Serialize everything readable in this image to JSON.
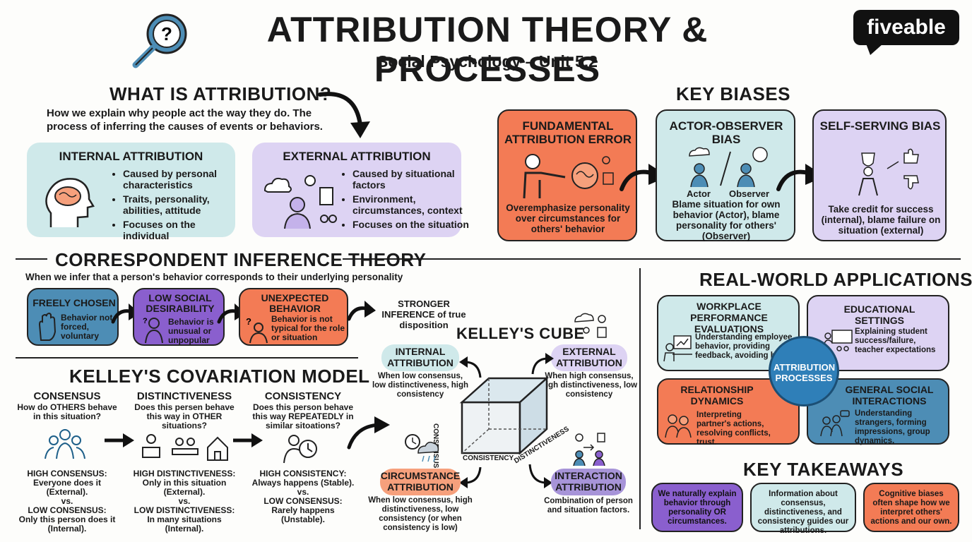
{
  "header": {
    "title": "ATTRIBUTION THEORY & PROCESSES",
    "subtitle": "Social Psychology – Unit 5.2",
    "logo": "fiveable"
  },
  "what": {
    "heading": "WHAT IS ATTRIBUTION?",
    "desc_1": "How we explain why people act the way they do. The",
    "desc_2": "process of inferring the causes of events or behaviors.",
    "internal": {
      "title": "INTERNAL ATTRIBUTION",
      "items": [
        "Caused by personal characteristics",
        "Traits, personality, abilities, attitude",
        "Focuses on the individual"
      ]
    },
    "external": {
      "title": "EXTERNAL ATTRIBUTION",
      "items": [
        "Caused by situational factors",
        "Environment, circumstances, context",
        "Focuses on the situation"
      ]
    }
  },
  "biases": {
    "heading": "KEY BIASES",
    "fae": {
      "title": "FUNDAMENTAL ATTRIBUTION ERROR",
      "desc": "Overemphasize personality over circumstances for others' behavior"
    },
    "actor": {
      "title": "ACTOR-OBSERVER BIAS",
      "actor_label": "Actor",
      "observer_label": "Observer",
      "desc": "Blame situation for own behavior (Actor), blame personality for others' (Observer)"
    },
    "self": {
      "title": "SELF-SERVING BIAS",
      "desc": "Take credit for success (internal), blame failure on situation (external)"
    }
  },
  "cit": {
    "heading": "CORRESPONDENT INFERENCE THEORY",
    "desc": "When we infer that a person's behavior corresponds to their underlying personality",
    "freely": {
      "title": "FREELY CHOSEN",
      "desc": "Behavior not forced, voluntary"
    },
    "low": {
      "title": "LOW SOCIAL DESIRABILITY",
      "desc": "Behavior is unusual or unpopular"
    },
    "unexpected": {
      "title": "UNEXPECTED BEHAVIOR",
      "desc": "Behavior is not typical for the role or situation"
    },
    "result": "STRONGER INFERENCE of true disposition"
  },
  "kelley": {
    "heading": "KELLEY'S COVARIATION MODEL",
    "consensus": {
      "title": "CONSENSUS",
      "q": "How do OTHERS behave in this situation?",
      "high": "HIGH CONSENSUS:",
      "high_d": "Everyone does it (External).",
      "vs": "vs.",
      "low": "LOW CONSENSUS:",
      "low_d": "Only this person does it (Internal)."
    },
    "distinct": {
      "title": "DISTINCTIVENESS",
      "q": "Does this persen behave this way in OTHER situations?",
      "high": "HIGH DISTINCTIVENESS:",
      "high_d": "Only in this situation (External).",
      "vs": "vs.",
      "low": "LOW DISTINCTIVENESS:",
      "low_d": "In many situations (Internal)."
    },
    "consist": {
      "title": "CONSISTENCY",
      "q": "Does this person behave this way REPEATEDLY in similar sitoations?",
      "high": "HIGH CONSISTENCY:",
      "high_d": "Always happens (Stable).",
      "vs": "vs.",
      "low": "LOW CONSENSUS:",
      "low_d": "Rarely happens (Unstable)."
    }
  },
  "cube": {
    "heading": "KELLEY'S CUBE",
    "axis_consensus": "CONSENSUS",
    "axis_consistency": "CONSISTENCY",
    "axis_distinct": "DISTINCTIVENESS",
    "internal": {
      "title": "INTERNAL ATTRIBUTION",
      "desc": "When low consensus, low distinctiveness, high consistency"
    },
    "external": {
      "title": "EXTERNAL ATTRIBUTION",
      "desc": "When high consensus, high distinctiveness, low consistency"
    },
    "circ": {
      "title": "CIRCUMSTANCE ATTRIBUTION",
      "desc": "When low consensus, high distinctiveness, low consistency (or when consistency is low)"
    },
    "inter": {
      "title": "INTERACTION ATTRIBUTION",
      "desc": "Combination of person and situation factors."
    }
  },
  "apps": {
    "heading": "REAL-WORLD APPLICATIONS",
    "center": "ATTRIBUTION PROCESSES",
    "work": {
      "title": "WORKPLACE PERFORMANCE EVALUATIONS",
      "desc": "Understanding employee behavior, providing feedback, avoiding bias."
    },
    "edu": {
      "title": "EDUCATIONAL SETTINGS",
      "desc": "Explaining student success/failure, teacher expectations"
    },
    "rel": {
      "title": "RELATIONSHIP DYNAMICS",
      "desc": "Interpreting partner's actions, resolving conflicts, trust."
    },
    "soc": {
      "title": "GENERAL SOCIAL INTERACTIONS",
      "desc": "Understanding strangers, forming impressions, group dynamics."
    }
  },
  "takeaways": {
    "heading": "KEY TAKEAWAYS",
    "items": [
      "We naturally explain behavior through personality OR circumstances.",
      "Information about consensus, distinctiveness, and consistency guides our attributions.",
      "Cognitive biases often shape how we interpret others' actions and our own."
    ]
  },
  "colors": {
    "teal": "#cfe9ea",
    "lavender": "#ddd3f3",
    "coral": "#f37b55",
    "blue": "#4d8db5",
    "purple": "#8a5fce"
  }
}
